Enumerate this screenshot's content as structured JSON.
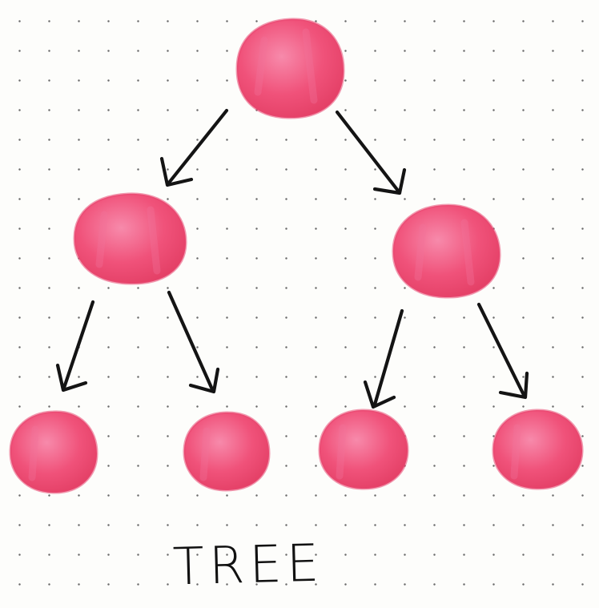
{
  "diagram": {
    "type": "tree",
    "caption": "TREE",
    "colors": {
      "node_fill": "#f0527a",
      "node_highlight": "#f78aab",
      "node_shade": "#e23d63",
      "arrow": "#141414",
      "paper": "#fdfdfb",
      "grid_dot": "#6b6b6b"
    },
    "nodes": [
      {
        "id": "root",
        "level": 0
      },
      {
        "id": "left-child",
        "level": 1
      },
      {
        "id": "right-child",
        "level": 1
      },
      {
        "id": "left-left-leaf",
        "level": 2
      },
      {
        "id": "left-right-leaf",
        "level": 2
      },
      {
        "id": "right-left-leaf",
        "level": 2
      },
      {
        "id": "right-right-leaf",
        "level": 2
      }
    ],
    "edges": [
      {
        "from": "root",
        "to": "left-child"
      },
      {
        "from": "root",
        "to": "right-child"
      },
      {
        "from": "left-child",
        "to": "left-left-leaf"
      },
      {
        "from": "left-child",
        "to": "left-right-leaf"
      },
      {
        "from": "right-child",
        "to": "right-left-leaf"
      },
      {
        "from": "right-child",
        "to": "right-right-leaf"
      }
    ]
  }
}
